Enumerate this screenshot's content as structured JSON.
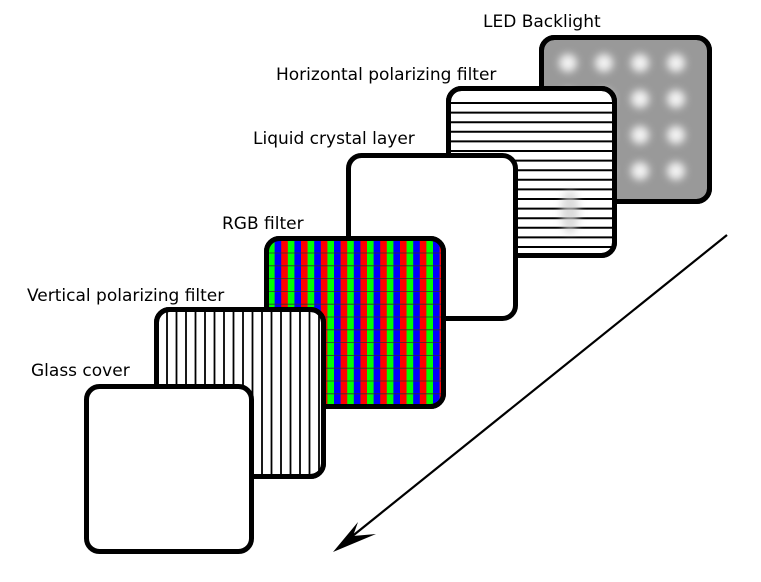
{
  "diagram": {
    "title": "LCD layer stack",
    "layers": [
      {
        "id": "led-backlight",
        "label": "LED Backlight",
        "pattern": "led-dots",
        "fill": "#999999",
        "led_color": "#f2f2f2",
        "led_rows": 4,
        "led_cols": 4
      },
      {
        "id": "horizontal-polarizing-filter",
        "label": "Horizontal polarizing filter",
        "pattern": "horizontal-lines",
        "fill": "#ffffff"
      },
      {
        "id": "liquid-crystal-layer",
        "label": "Liquid crystal layer",
        "pattern": "blank",
        "fill": "#ffffff"
      },
      {
        "id": "rgb-filter",
        "label": "RGB filter",
        "pattern": "rgb-stripes",
        "colors": [
          "#ff0000",
          "#00ff00",
          "#0000ff"
        ]
      },
      {
        "id": "vertical-polarizing-filter",
        "label": "Vertical polarizing filter",
        "pattern": "vertical-lines",
        "fill": "#ffffff"
      },
      {
        "id": "glass-cover",
        "label": "Glass cover",
        "pattern": "blank",
        "fill": "#ffffff"
      }
    ],
    "arrow": {
      "meaning": "light direction",
      "color": "#000000"
    }
  }
}
